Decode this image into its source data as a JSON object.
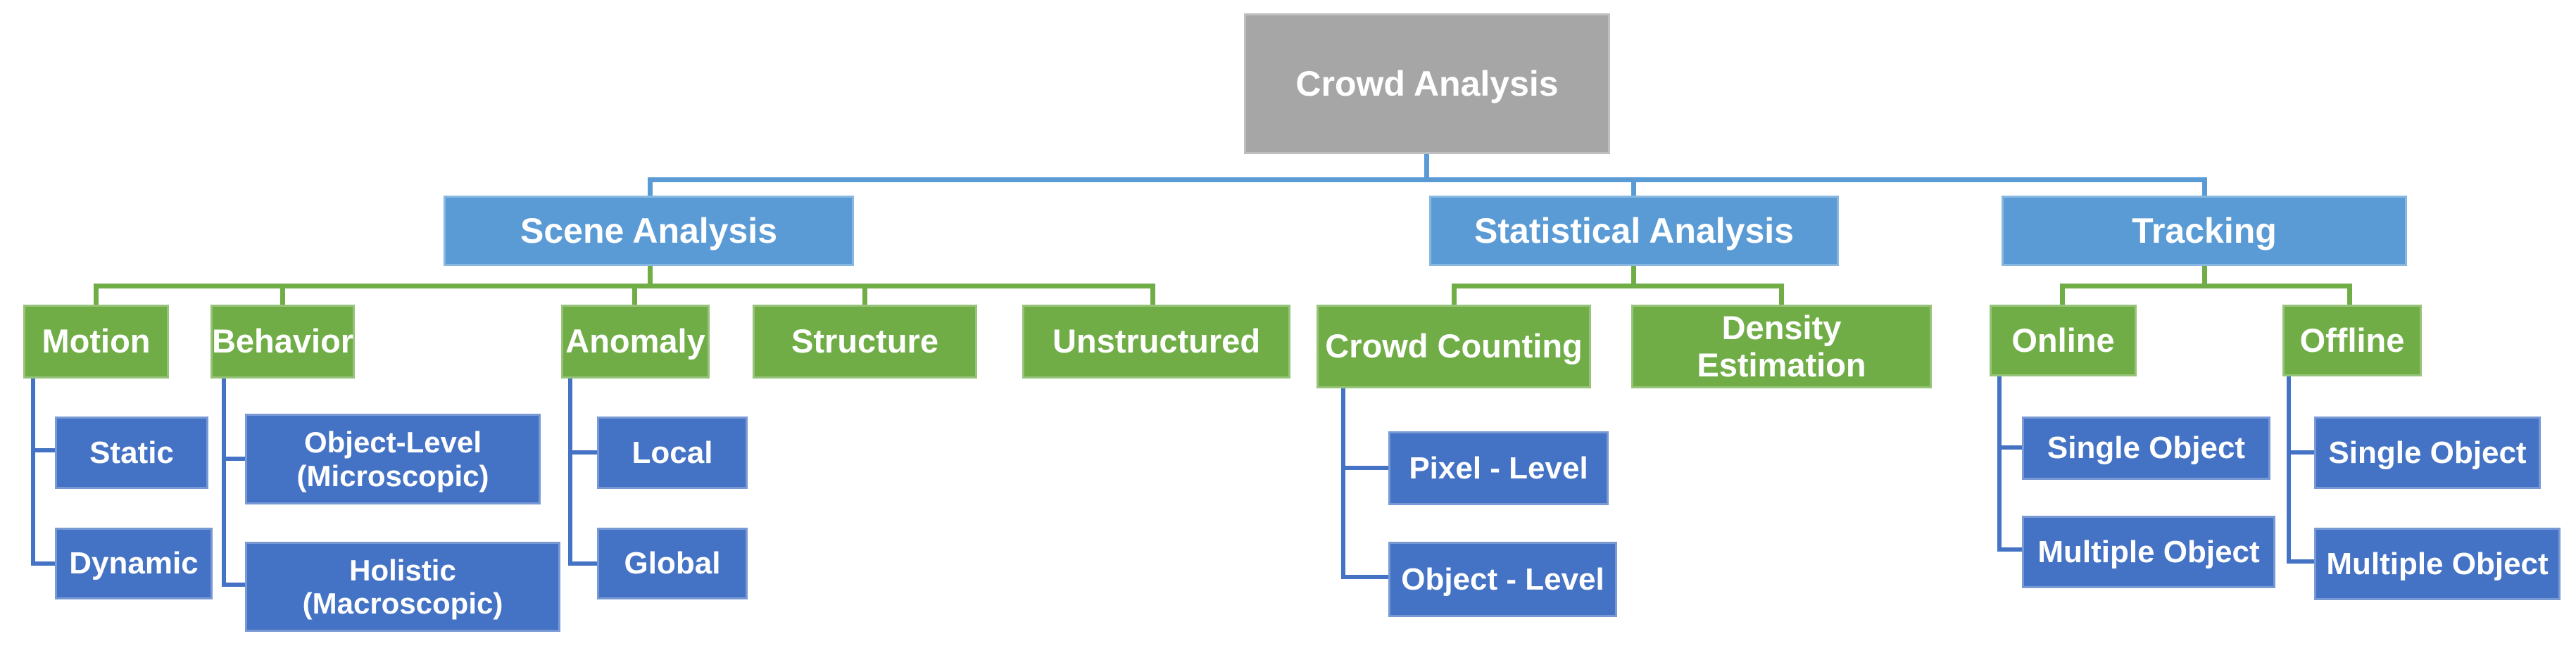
{
  "colors": {
    "root_fill": "#a6a6a6",
    "branch_fill": "#5b9bd5",
    "category_fill": "#70ad47",
    "leaf_fill": "#4472c4",
    "branch_line": "#5b9bd5",
    "category_line": "#70ad47",
    "leaf_line": "#4472c4",
    "text": "#ffffff"
  },
  "tree": {
    "root": {
      "label": "Crowd Analysis"
    },
    "branches": [
      {
        "label": "Scene Analysis",
        "children": [
          {
            "label": "Motion",
            "children": [
              {
                "label": "Static"
              },
              {
                "label": "Dynamic"
              }
            ]
          },
          {
            "label": "Behavior",
            "children": [
              {
                "label": "Object-Level (Microscopic)"
              },
              {
                "label": "Holistic (Macroscopic)"
              }
            ]
          },
          {
            "label": "Anomaly",
            "children": [
              {
                "label": "Local"
              },
              {
                "label": "Global"
              }
            ]
          },
          {
            "label": "Structure"
          },
          {
            "label": "Unstructured"
          }
        ]
      },
      {
        "label": "Statistical Analysis",
        "children": [
          {
            "label": "Crowd Counting",
            "children": [
              {
                "label": "Pixel - Level"
              },
              {
                "label": "Object - Level"
              }
            ]
          },
          {
            "label": "Density Estimation"
          }
        ]
      },
      {
        "label": "Tracking",
        "children": [
          {
            "label": "Online",
            "children": [
              {
                "label": "Single Object"
              },
              {
                "label": "Multiple Object"
              }
            ]
          },
          {
            "label": "Offline",
            "children": [
              {
                "label": "Single Object"
              },
              {
                "label": "Multiple Object"
              }
            ]
          }
        ]
      }
    ]
  }
}
